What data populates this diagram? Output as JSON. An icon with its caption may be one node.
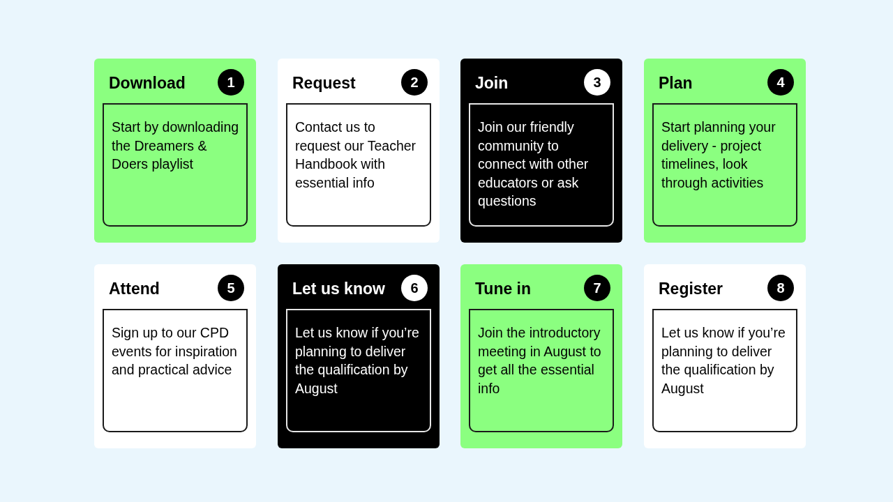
{
  "diagram": {
    "nodes": [
      {
        "text": [
          "Download"
        ]
      },
      {
        "text": [
          "1"
        ],
        "in": 0
      },
      {
        "text": [
          "Start by downloading the Dreamers & Doers playlist"
        ],
        "in": 0
      },
      {
        "text": [
          "Request"
        ]
      },
      {
        "text": [
          "2"
        ],
        "in": 3
      },
      {
        "text": [
          "Contact us to request our Teacher Handbook with essential info"
        ],
        "in": 3
      },
      {
        "text": [
          "Join"
        ]
      },
      {
        "text": [
          "3"
        ],
        "in": 6
      },
      {
        "text": [
          "Join our friendly community to connect with other educators or ask questions"
        ],
        "in": 6
      },
      {
        "text": [
          "Plan"
        ]
      },
      {
        "text": [
          "4"
        ],
        "in": 9
      },
      {
        "text": [
          "Start planning your delivery - project timelines, look through activities"
        ],
        "in": 9
      },
      {
        "text": [
          "Attend"
        ]
      },
      {
        "text": [
          "5"
        ],
        "in": 12
      },
      {
        "text": [
          "Sign up to our CPD events for inspiration and practical advice"
        ],
        "in": 12
      },
      {
        "text": [
          "Let us know"
        ]
      },
      {
        "text": [
          "6"
        ],
        "in": 15
      },
      {
        "text": [
          "Let us know if you’re planning to deliver the qualification by August"
        ],
        "in": 15
      },
      {
        "text": [
          "Tune in"
        ]
      },
      {
        "text": [
          "7"
        ],
        "in": 18
      },
      {
        "text": [
          "Join the introductory meeting in August to get all the essential info"
        ],
        "in": 18
      },
      {
        "text": [
          "Register"
        ]
      },
      {
        "text": [
          "8"
        ],
        "in": 21
      },
      {
        "text": [
          "Let us know if you’re planning to deliver the qualification by August"
        ],
        "in": 21
      }
    ]
  }
}
